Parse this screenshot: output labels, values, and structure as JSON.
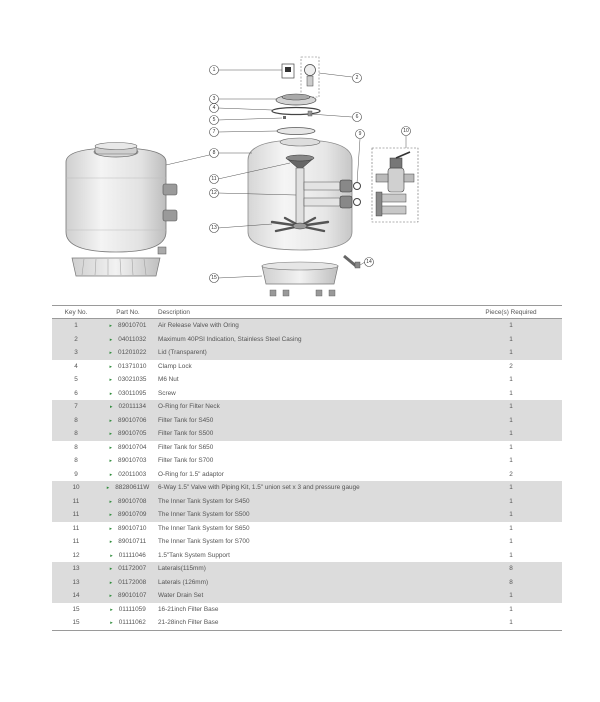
{
  "table": {
    "headers": {
      "key": "Key No.",
      "part": "Part No.",
      "desc": "Description",
      "qty": "Piece(s) Required"
    },
    "rows": [
      {
        "key": "1",
        "part": "89010701",
        "desc": "Air Release Valve with Oring",
        "qty": "1",
        "shade": true
      },
      {
        "key": "2",
        "part": "04011032",
        "desc": "Maximum 40PSI Indication, Stainless Steel Casing",
        "qty": "1",
        "shade": true
      },
      {
        "key": "3",
        "part": "01201022",
        "desc": "Lid (Transparent)",
        "qty": "1",
        "shade": true
      },
      {
        "key": "4",
        "part": "01371010",
        "desc": "Clamp Lock",
        "qty": "2",
        "shade": false
      },
      {
        "key": "5",
        "part": "03021035",
        "desc": "M6 Nut",
        "qty": "1",
        "shade": false
      },
      {
        "key": "6",
        "part": "03011095",
        "desc": "Screw",
        "qty": "1",
        "shade": false
      },
      {
        "key": "7",
        "part": "02011134",
        "desc": "O-Ring for Filter Neck",
        "qty": "1",
        "shade": true
      },
      {
        "key": "8",
        "part": "89010706",
        "desc": "Filter Tank for S450",
        "qty": "1",
        "shade": true
      },
      {
        "key": "8",
        "part": "89010705",
        "desc": "Filter Tank for S500",
        "qty": "1",
        "shade": true
      },
      {
        "key": "8",
        "part": "89010704",
        "desc": "Filter Tank for S650",
        "qty": "1",
        "shade": false
      },
      {
        "key": "8",
        "part": "89010703",
        "desc": "Filter Tank for S700",
        "qty": "1",
        "shade": false
      },
      {
        "key": "9",
        "part": "02011003",
        "desc": "O-Ring for 1.5\" adaptor",
        "qty": "2",
        "shade": false
      },
      {
        "key": "10",
        "part": "88280611W",
        "desc": "6-Way 1.5\" Valve with Piping Kit, 1.5\" union set x 3 and pressure gauge",
        "qty": "1",
        "shade": true
      },
      {
        "key": "11",
        "part": "89010708",
        "desc": "The Inner Tank System for S450",
        "qty": "1",
        "shade": true
      },
      {
        "key": "11",
        "part": "89010709",
        "desc": "The Inner Tank System for S500",
        "qty": "1",
        "shade": true
      },
      {
        "key": "11",
        "part": "89010710",
        "desc": "The Inner Tank System for S650",
        "qty": "1",
        "shade": false
      },
      {
        "key": "11",
        "part": "89010711",
        "desc": "The Inner Tank System for S700",
        "qty": "1",
        "shade": false
      },
      {
        "key": "12",
        "part": "01111046",
        "desc": "1.5\"Tank System Support",
        "qty": "1",
        "shade": false
      },
      {
        "key": "13",
        "part": "01172007",
        "desc": "Laterals(115mm)",
        "qty": "8",
        "shade": true
      },
      {
        "key": "13",
        "part": "01172008",
        "desc": "Laterals (126mm)",
        "qty": "8",
        "shade": true
      },
      {
        "key": "14",
        "part": "89010107",
        "desc": "Water Drain Set",
        "qty": "1",
        "shade": true
      },
      {
        "key": "15",
        "part": "01111059",
        "desc": "16-21inch Filter Base",
        "qty": "1",
        "shade": false
      },
      {
        "key": "15",
        "part": "01111062",
        "desc": "21-28inch Filter Base",
        "qty": "1",
        "shade": false
      }
    ]
  },
  "callouts": [
    "1",
    "2",
    "3",
    "4",
    "5",
    "6",
    "7",
    "8",
    "9",
    "10",
    "11",
    "12",
    "13",
    "14",
    "15"
  ],
  "colors": {
    "shade": "#dcdcdc",
    "tick": "#2e8b3a",
    "rule": "#9a9a9a",
    "tank_body": "#e6e6e6"
  }
}
